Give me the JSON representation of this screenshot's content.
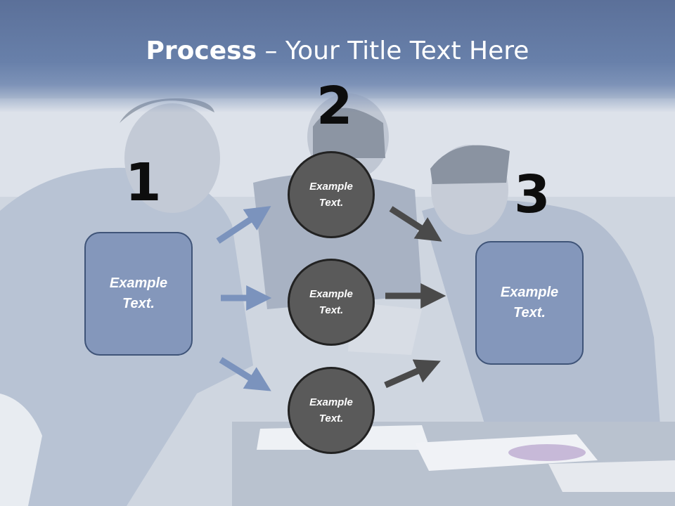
{
  "title": {
    "bold": "Process",
    "rest": " – Your Title Text Here"
  },
  "steps": {
    "one": "1",
    "two": "2",
    "three": "3"
  },
  "left_box": {
    "text": "Example Text."
  },
  "right_box": {
    "text": "Example Text."
  },
  "circles": [
    {
      "text": "Example Text."
    },
    {
      "text": "Example Text."
    },
    {
      "text": "Example Text."
    }
  ],
  "colors": {
    "title_band": "#6880aa",
    "box_fill": "#8497bb",
    "box_border": "#3f5478",
    "circle_fill": "#5a5a5a",
    "arrow_blue": "#7b93bd",
    "arrow_dark": "#4a4a4a"
  }
}
